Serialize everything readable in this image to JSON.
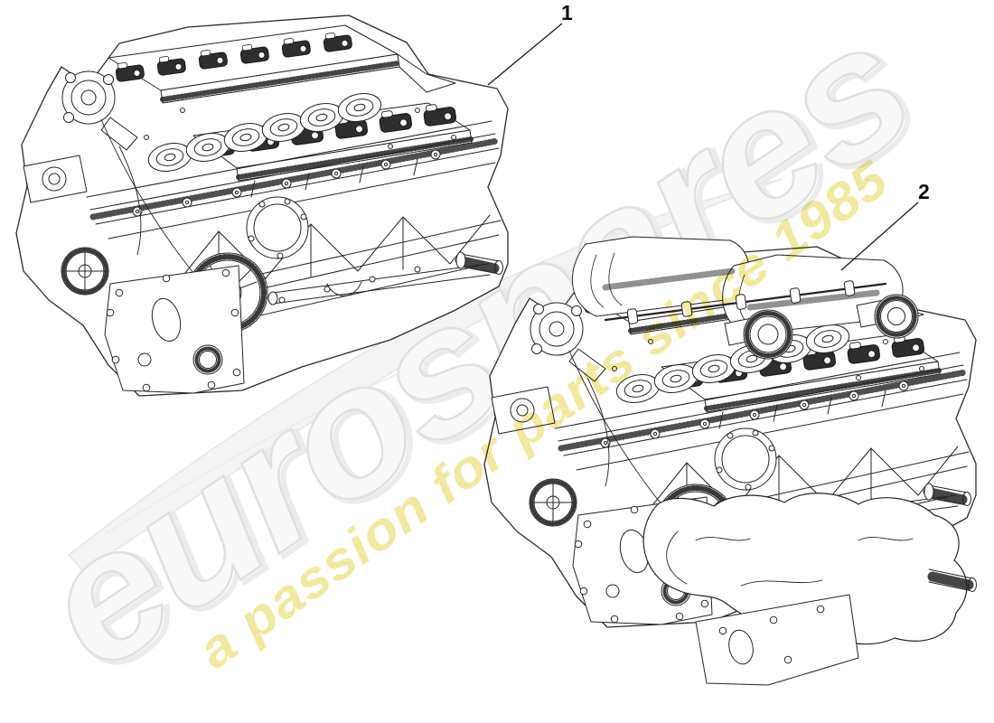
{
  "page": {
    "background_color": "#ffffff",
    "description_text": ""
  },
  "watermark": {
    "brand_text": "eurospares",
    "brand_fill": "#f8f8f8",
    "brand_outline": "#e0e0e0",
    "slogan_text": "a passion for parts since 1985",
    "slogan_fill": "#f0e68f",
    "swoosh_fill": "#f4f4f4",
    "swoosh_outline": "#e6e6e6"
  },
  "diagram": {
    "line_color": "#232323",
    "callout_color": "#0d0d0d",
    "callouts": [
      {
        "label": "1"
      },
      {
        "label": "2"
      }
    ]
  }
}
